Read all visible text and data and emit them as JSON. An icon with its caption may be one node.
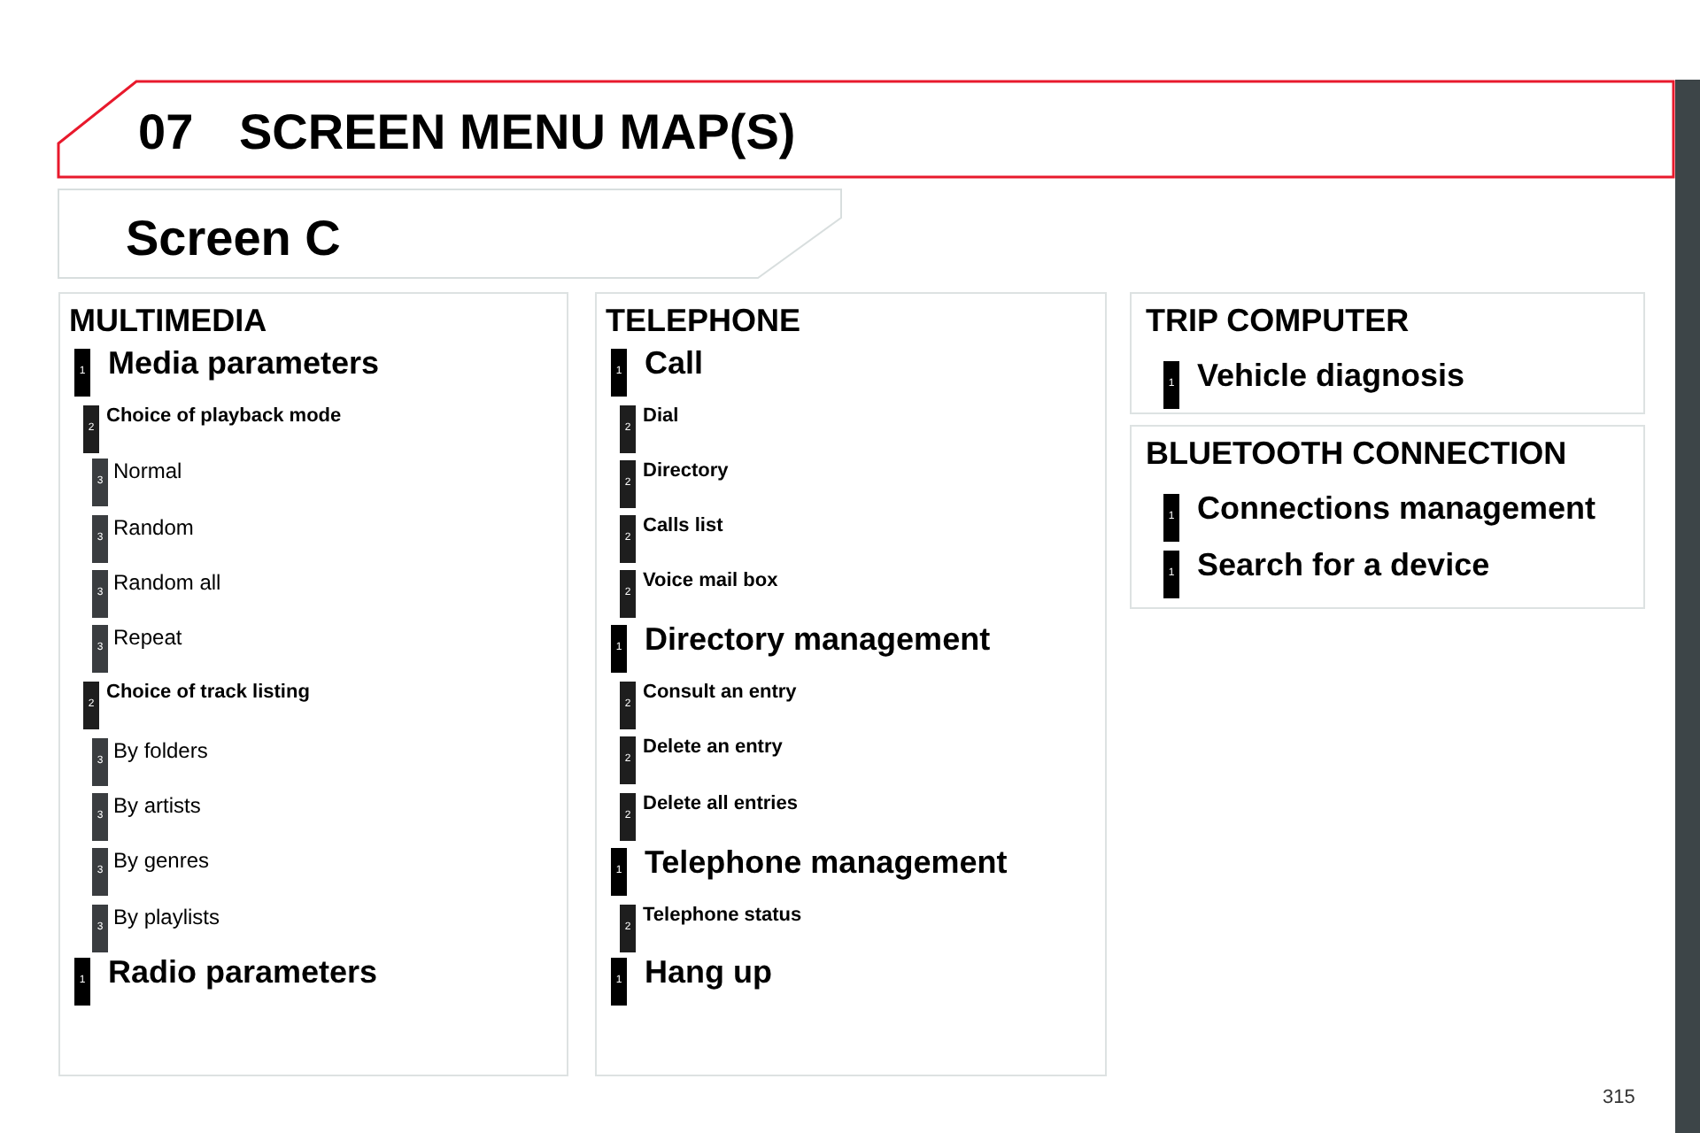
{
  "diagram": {
    "nodes": [
      {
        "text": [
          "07",
          "SCREEN MENU MAP(S)"
        ]
      },
      {
        "text": [
          "Screen C"
        ]
      },
      {
        "text": [
          "MULTIMEDIA"
        ]
      },
      {
        "text": [
          "1",
          "Media parameters"
        ],
        "in": 2
      },
      {
        "text": [
          "2",
          "Choice of playback mode"
        ],
        "in": 2
      },
      {
        "text": [
          "3",
          "Normal"
        ],
        "in": 2
      },
      {
        "text": [
          "3",
          "Random"
        ],
        "in": 2
      },
      {
        "text": [
          "3",
          "Random all"
        ],
        "in": 2
      },
      {
        "text": [
          "3",
          "Repeat"
        ],
        "in": 2
      },
      {
        "text": [
          "2",
          "Choice of track listing"
        ],
        "in": 2
      },
      {
        "text": [
          "3",
          "By folders"
        ],
        "in": 2
      },
      {
        "text": [
          "3",
          "By artists"
        ],
        "in": 2
      },
      {
        "text": [
          "3",
          "By genres"
        ],
        "in": 2
      },
      {
        "text": [
          "3",
          "By playlists"
        ],
        "in": 2
      },
      {
        "text": [
          "1",
          "Radio parameters"
        ],
        "in": 2
      },
      {
        "text": [
          "TELEPHONE"
        ]
      },
      {
        "text": [
          "1",
          "Call"
        ],
        "in": 15
      },
      {
        "text": [
          "2",
          "Dial"
        ],
        "in": 15
      },
      {
        "text": [
          "2",
          "Directory"
        ],
        "in": 15
      },
      {
        "text": [
          "2",
          "Calls list"
        ],
        "in": 15
      },
      {
        "text": [
          "2",
          "Voice mail box"
        ],
        "in": 15
      },
      {
        "text": [
          "1",
          "Directory management"
        ],
        "in": 15
      },
      {
        "text": [
          "2",
          "Consult an entry"
        ],
        "in": 15
      },
      {
        "text": [
          "2",
          "Delete an entry"
        ],
        "in": 15
      },
      {
        "text": [
          "2",
          "Delete all entries"
        ],
        "in": 15
      },
      {
        "text": [
          "1",
          "Telephone management"
        ],
        "in": 15
      },
      {
        "text": [
          "2",
          "Telephone status"
        ],
        "in": 15
      },
      {
        "text": [
          "1",
          "Hang up"
        ],
        "in": 15
      },
      {
        "text": [
          "TRIP COMPUTER"
        ]
      },
      {
        "text": [
          "1",
          "Vehicle diagnosis"
        ],
        "in": 28
      },
      {
        "text": [
          "BLUETOOTH CONNECTION"
        ]
      },
      {
        "text": [
          "1",
          "Connections management"
        ],
        "in": 30
      },
      {
        "text": [
          "1",
          "Search for a device"
        ],
        "in": 30
      },
      {
        "text": [],
        "shape": "bar"
      }
    ],
    "labels": [
      "315"
    ]
  }
}
